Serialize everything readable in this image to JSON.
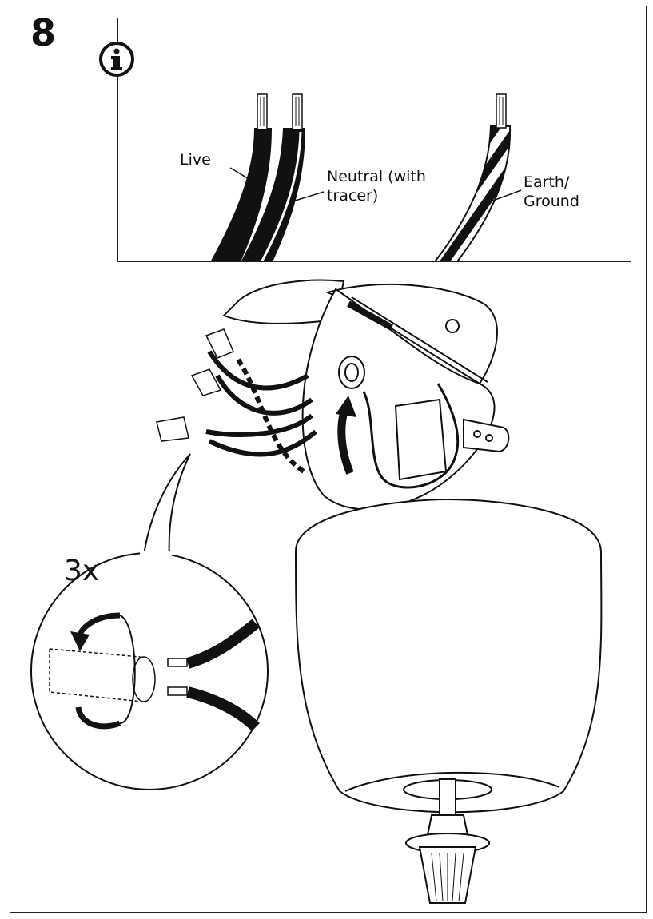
{
  "step": {
    "number": "8"
  },
  "info": {
    "icon": "info-icon",
    "wires": {
      "live": "Live",
      "neutral_line1": "Neutral (with",
      "neutral_line2": "tracer)",
      "earth_line1": "Earth/",
      "earth_line2": "Ground"
    }
  },
  "detail": {
    "multiplier": "3x"
  }
}
